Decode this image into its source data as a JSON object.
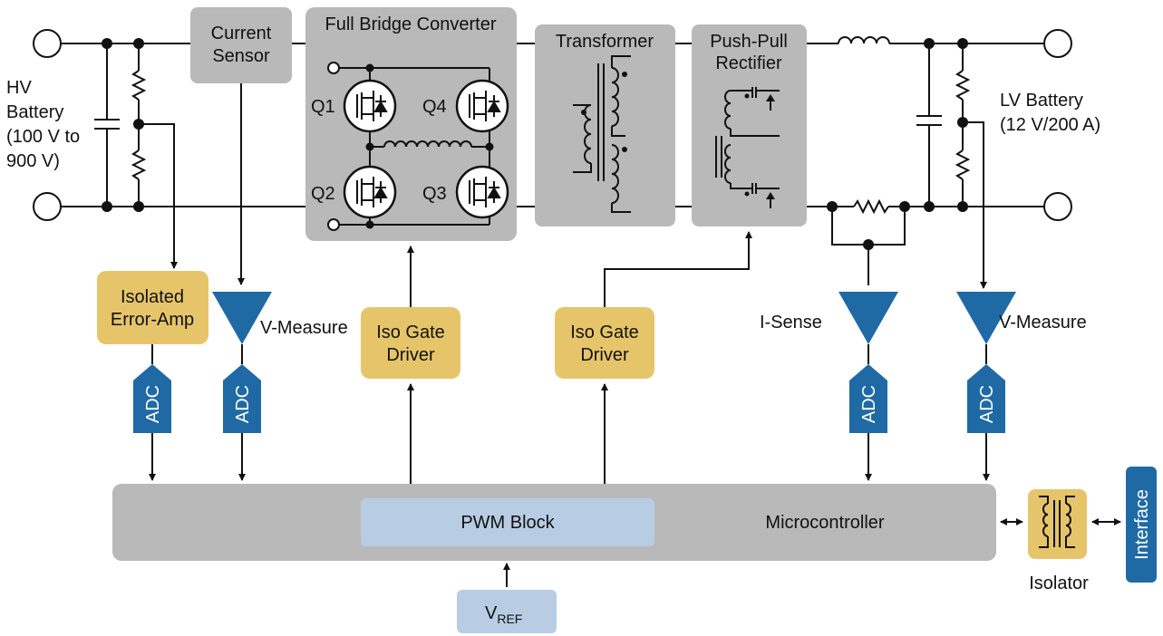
{
  "hv_battery": {
    "line1": "HV",
    "line2": "Battery",
    "line3": "(100 V to",
    "line4": "900 V)"
  },
  "lv_battery": {
    "line1": "LV Battery",
    "line2": "(12 V/200 A)"
  },
  "current_sensor": {
    "line1": "Current",
    "line2": "Sensor"
  },
  "full_bridge": {
    "title": "Full Bridge Converter",
    "q1": "Q1",
    "q2": "Q2",
    "q3": "Q3",
    "q4": "Q4"
  },
  "transformer": {
    "title": "Transformer"
  },
  "rectifier": {
    "line1": "Push-Pull",
    "line2": "Rectifier"
  },
  "error_amp": {
    "line1": "Isolated",
    "line2": "Error-Amp"
  },
  "v_measure_left": "V-Measure",
  "v_measure_right": "V-Measure",
  "i_sense": "I-Sense",
  "gate_driver_1": {
    "line1": "Iso Gate",
    "line2": "Driver"
  },
  "gate_driver_2": {
    "line1": "Iso Gate",
    "line2": "Driver"
  },
  "adc_label": "ADC",
  "microcontroller": "Microcontroller",
  "pwm_block": "PWM Block",
  "vref": {
    "main": "V",
    "sub": "REF"
  },
  "isolator": "Isolator",
  "interface": "Interface",
  "colors": {
    "gray_block": "#b9b9b9",
    "gold_block": "#e6c56a",
    "blue_amp": "#1f6aa5",
    "light_blue": "#b8cde4",
    "line": "#1a1a1a"
  }
}
